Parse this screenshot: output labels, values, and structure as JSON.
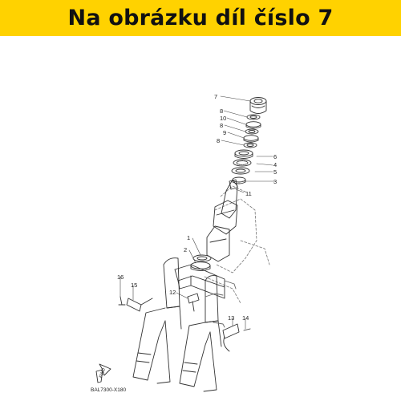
{
  "banner": {
    "title": "Na obrázku díl číslo 7",
    "background": "#ffd200"
  },
  "diagram": {
    "drawing_code": "BAL7300-X180",
    "front_arrow_label": "FWD",
    "callouts": [
      {
        "id": "c7",
        "text": "7"
      },
      {
        "id": "c8a",
        "text": "8"
      },
      {
        "id": "c10",
        "text": "10"
      },
      {
        "id": "c8b",
        "text": "8"
      },
      {
        "id": "c9",
        "text": "9"
      },
      {
        "id": "c8c",
        "text": "8"
      },
      {
        "id": "c6",
        "text": "6"
      },
      {
        "id": "c4",
        "text": "4"
      },
      {
        "id": "c5",
        "text": "5"
      },
      {
        "id": "c3",
        "text": "3"
      },
      {
        "id": "c11",
        "text": "11"
      },
      {
        "id": "c1",
        "text": "1"
      },
      {
        "id": "c2",
        "text": "2"
      },
      {
        "id": "c12",
        "text": "12"
      },
      {
        "id": "c16",
        "text": "16"
      },
      {
        "id": "c15",
        "text": "15"
      },
      {
        "id": "c13",
        "text": "13"
      },
      {
        "id": "c14",
        "text": "14"
      }
    ]
  }
}
